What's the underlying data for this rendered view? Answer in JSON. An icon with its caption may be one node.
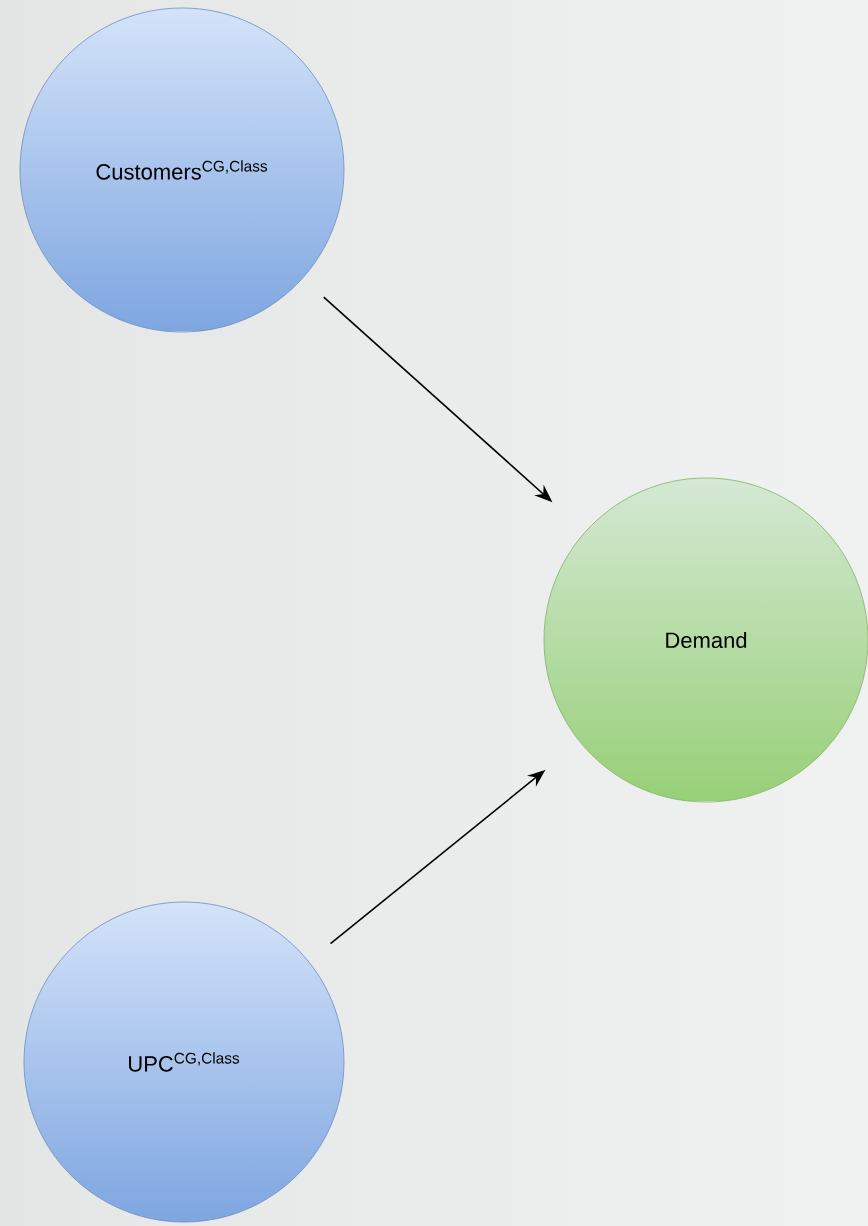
{
  "diagram": {
    "nodes": [
      {
        "text": [
          "Customers$^{CG,Class}$"
        ]
      },
      {
        "text": [
          "Demand"
        ]
      },
      {
        "text": [
          "UPC$^{CG,Class}$"
        ]
      }
    ],
    "edges": [
      {
        "from": 0,
        "to": 1,
        "arrow": "to"
      },
      {
        "from": 2,
        "to": 1,
        "arrow": "to"
      }
    ]
  }
}
